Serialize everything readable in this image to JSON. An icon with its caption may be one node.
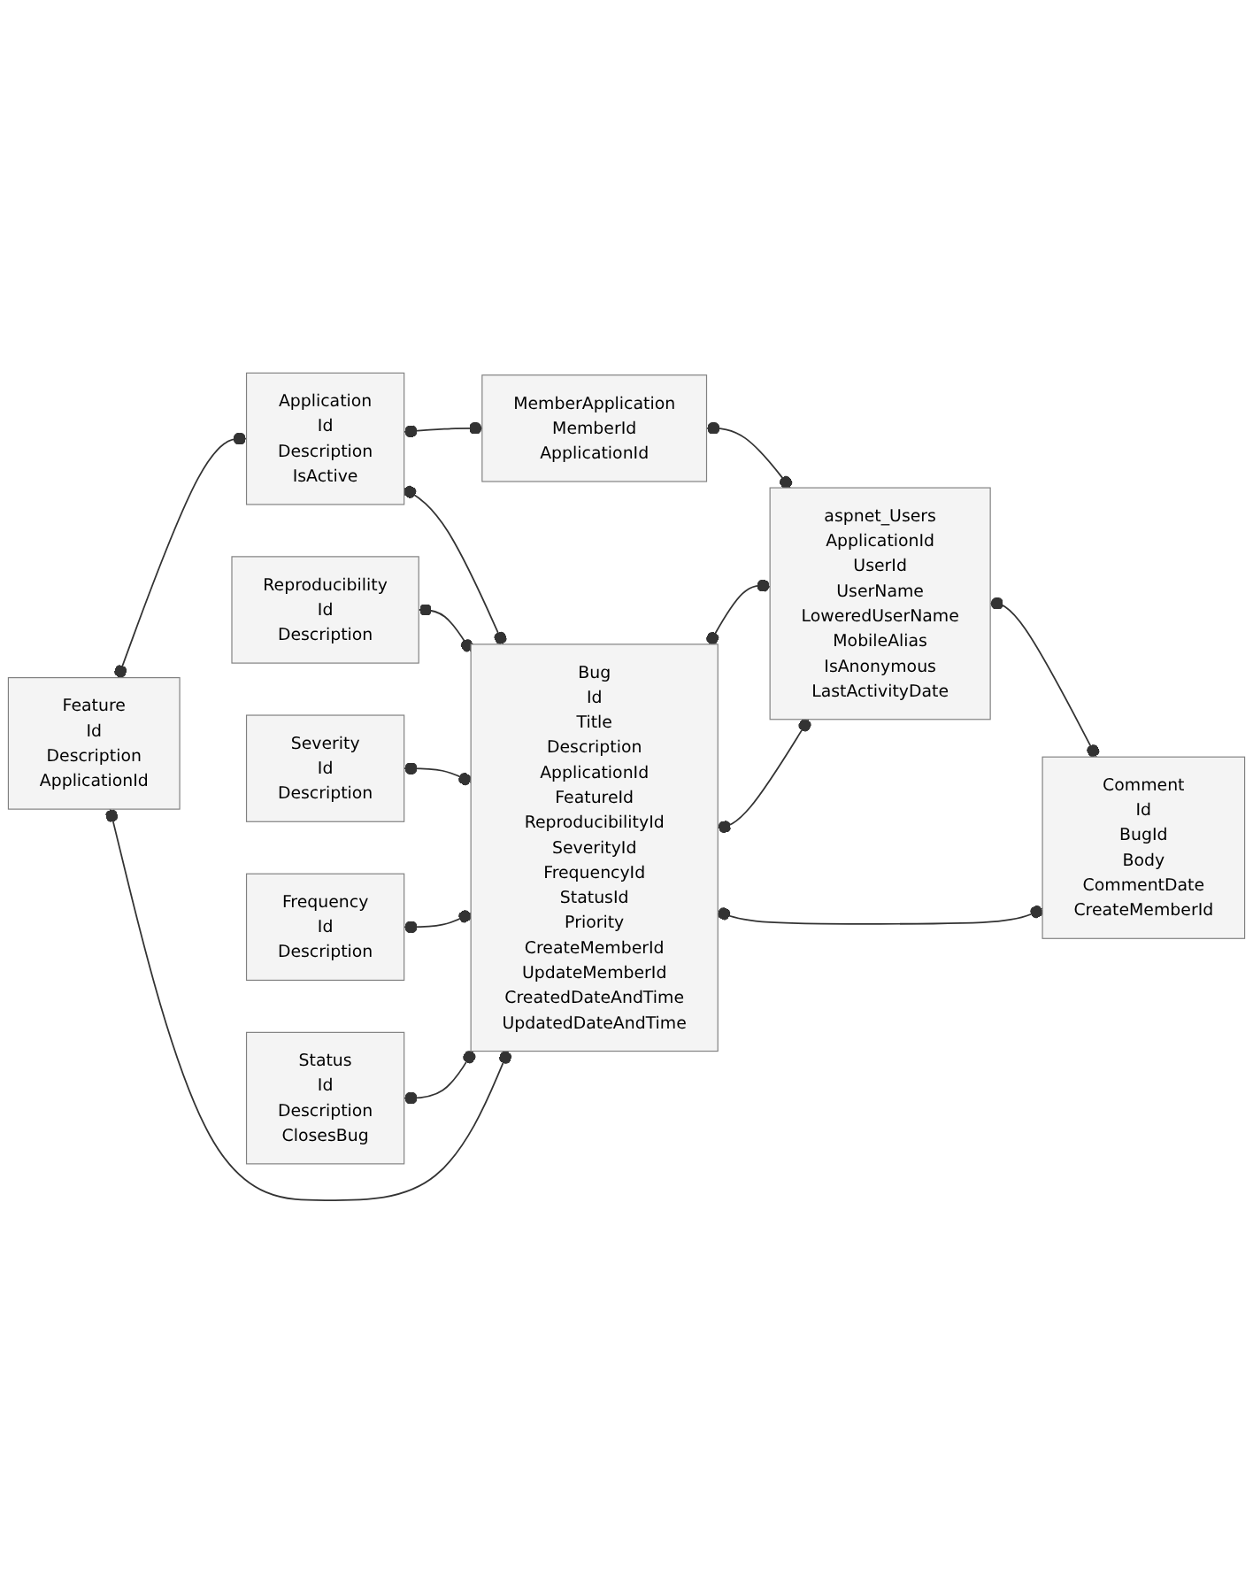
{
  "diagram": {
    "nodes": [
      {
        "text": [
          "Feature",
          "Id",
          "Description",
          "ApplicationId"
        ]
      },
      {
        "text": [
          "Application",
          "Id",
          "Description",
          "IsActive"
        ]
      },
      {
        "text": [
          "MemberApplication",
          "MemberId",
          "ApplicationId"
        ]
      },
      {
        "text": [
          "Reproducibility",
          "Id",
          "Description"
        ]
      },
      {
        "text": [
          "aspnet_Users",
          "ApplicationId",
          "UserId",
          "UserName",
          "LoweredUserName",
          "MobileAlias",
          "IsAnonymous",
          "LastActivityDate"
        ]
      },
      {
        "text": [
          "Severity",
          "Id",
          "Description"
        ]
      },
      {
        "text": [
          "Bug",
          "Id",
          "Title",
          "Description",
          "ApplicationId",
          "FeatureId",
          "ReproducibilityId",
          "SeverityId",
          "FrequencyId",
          "StatusId",
          "Priority",
          "CreateMemberId",
          "UpdateMemberId",
          "CreatedDateAndTime",
          "UpdatedDateAndTime"
        ]
      },
      {
        "text": [
          "Frequency",
          "Id",
          "Description"
        ]
      },
      {
        "text": [
          "Comment",
          "Id",
          "BugId",
          "Body",
          "CommentDate",
          "CreateMemberId"
        ]
      },
      {
        "text": [
          "Status",
          "Id",
          "Description",
          "ClosesBug"
        ]
      }
    ],
    "edges": [
      {
        "from": 0,
        "to": 1,
        "arrow": "other"
      },
      {
        "from": 1,
        "to": 2,
        "arrow": "other"
      },
      {
        "from": 2,
        "to": 4,
        "arrow": "other"
      },
      {
        "from": 0,
        "to": 6,
        "arrow": "other"
      },
      {
        "from": 1,
        "to": 6,
        "arrow": "other"
      },
      {
        "from": 3,
        "to": 6,
        "arrow": "other"
      },
      {
        "from": 6,
        "to": 4,
        "arrow": "other"
      },
      {
        "from": 6,
        "to": 4,
        "arrow": "other"
      },
      {
        "from": 5,
        "to": 6,
        "arrow": "other"
      },
      {
        "from": 7,
        "to": 6,
        "arrow": "other"
      },
      {
        "from": 6,
        "to": 8,
        "arrow": "other"
      },
      {
        "from": 9,
        "to": 6,
        "arrow": "other"
      },
      {
        "from": 4,
        "to": 8,
        "arrow": "other"
      }
    ]
  }
}
